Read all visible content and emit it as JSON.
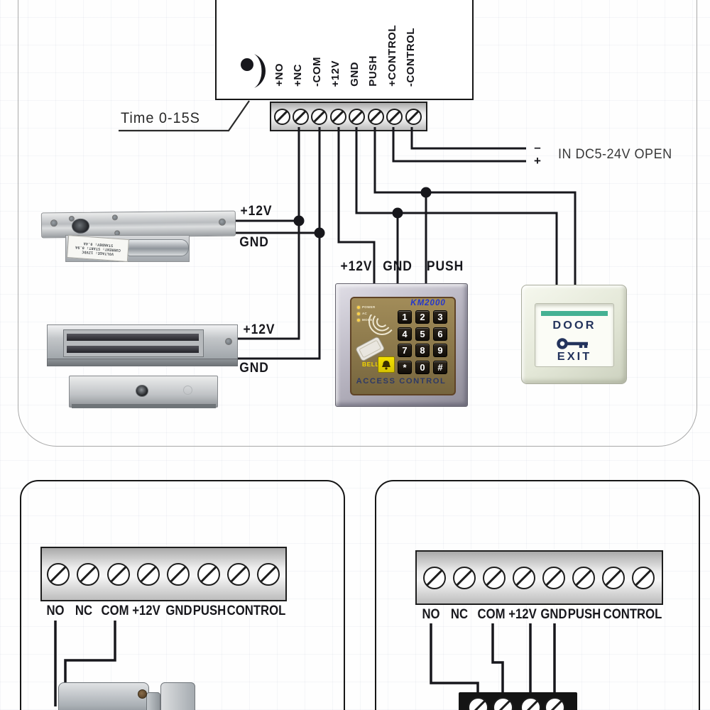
{
  "top_section": {
    "controller": {
      "terminals": [
        "+NO",
        "+NC",
        "-COM",
        "+12V",
        "GND",
        "PUSH",
        "+CONTROL",
        "-CONTROL"
      ],
      "horn_icon": "siren-horn-icon"
    },
    "time_label": "Time 0-15S",
    "power_input": {
      "minus": "–",
      "plus": "+",
      "label": "IN DC5-24V OPEN"
    },
    "bolt_lock": {
      "wire_positive": "+12V",
      "wire_negative": "GND",
      "spec_lines": [
        "VOLTAGE: 12VDC",
        "CURRENT: START: 0.9A",
        "STANDBY: 0.4A"
      ]
    },
    "mag_lock": {
      "wire_positive": "+12V",
      "wire_negative": "GND"
    },
    "keypad": {
      "model": "KM2000",
      "leds": [
        "POWER",
        "AC",
        "MODE"
      ],
      "keys": [
        "1",
        "2",
        "3",
        "4",
        "5",
        "6",
        "7",
        "8",
        "9",
        "*",
        "0",
        "#"
      ],
      "bell_label": "BELL",
      "footer": "ACCESS CONTROL",
      "wire_labels": [
        "+12V",
        "GND",
        "PUSH"
      ]
    },
    "exit_button": {
      "line1": "DOOR",
      "line2": "EXIT"
    }
  },
  "bottom_left_panel": {
    "terminals": [
      "NO",
      "NC",
      "COM",
      "+12V",
      "GND",
      "PUSH",
      "CONTROL"
    ]
  },
  "bottom_right_panel": {
    "terminals": [
      "NO",
      "NC",
      "COM",
      "+12V",
      "GND",
      "PUSH",
      "CONTROL"
    ]
  },
  "colors": {
    "wire": "#17171c",
    "keypad_panel": "#8a774a",
    "keypad_model_text": "#2336cc",
    "bell_yellow": "#f2d400",
    "exit_stripe_green": "#45b193",
    "exit_text_navy": "#23335c"
  }
}
